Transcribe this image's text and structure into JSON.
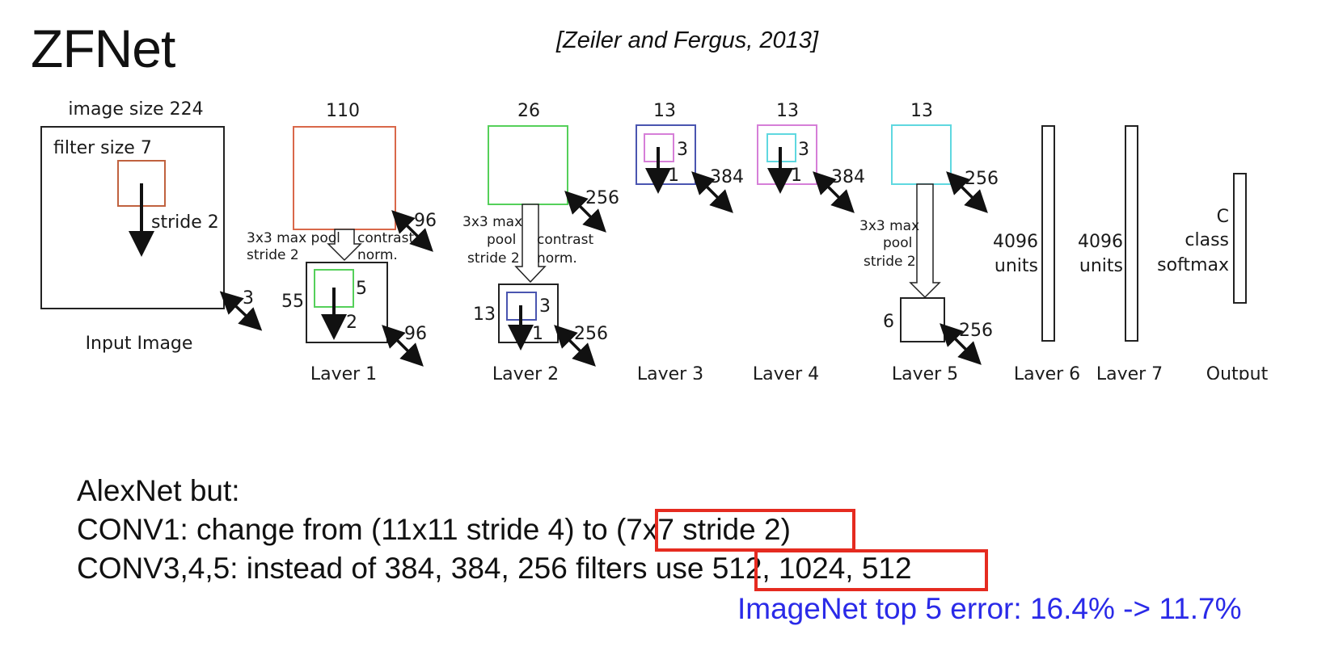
{
  "title": "ZFNet",
  "citation": "[Zeiler and Fergus, 2013]",
  "diagram": {
    "input": {
      "size_label": "image size 224",
      "filter_label": "filter size 7",
      "stride_label": "stride 2",
      "depth": "3",
      "caption": "Input Image"
    },
    "layer1": {
      "top": "110",
      "depth": "96",
      "pool_label_1": "3x3 max pool",
      "pool_label_2": "stride 2",
      "contrast_1": "contrast",
      "contrast_2": "norm.",
      "pooled_size": "55",
      "kernel": "5",
      "stride": "2",
      "pooled_depth": "96",
      "caption": "Layer 1"
    },
    "layer2": {
      "top": "26",
      "depth": "256",
      "pool_1": "3x3 max",
      "pool_2": "pool",
      "pool_3": "stride 2",
      "contrast_1": "contrast",
      "contrast_2": "norm.",
      "pooled_size": "13",
      "kernel": "3",
      "stride": "1",
      "pooled_depth": "256",
      "caption": "Layer 2"
    },
    "layer3": {
      "top": "13",
      "kernel": "3",
      "stride": "1",
      "depth": "384",
      "caption": "Layer 3"
    },
    "layer4": {
      "top": "13",
      "kernel": "3",
      "stride": "1",
      "depth": "384",
      "caption": "Layer 4"
    },
    "layer5": {
      "top": "13",
      "depth": "256",
      "pool_1": "3x3 max",
      "pool_2": "pool",
      "pool_3": "stride 2",
      "pooled_size": "6",
      "pooled_depth": "256",
      "caption": "Layer 5"
    },
    "layer6": {
      "units_1": "4096",
      "units_2": "units",
      "caption": "Layer 6"
    },
    "layer7": {
      "units_1": "4096",
      "units_2": "units",
      "caption": "Layer 7"
    },
    "output": {
      "line1": "C",
      "line2": "class",
      "line3": "softmax",
      "caption": "Output"
    }
  },
  "notes": {
    "line1": "AlexNet but:",
    "line2": "CONV1: change from (11x11 stride 4) to (7x7 stride 2)",
    "line3": "CONV3,4,5: instead of 384, 384, 256 filters use 512, 1024, 512",
    "error": "ImageNet top 5 error: 16.4% -> 11.7%"
  },
  "colors": {
    "highlight": "#e52b20",
    "error_text": "#2a2ae8",
    "box_orange": "#d9684a",
    "box_green": "#55d05a",
    "box_blue": "#4a55b0",
    "box_magenta": "#d67fd8",
    "box_cyan": "#5fd8e0"
  }
}
